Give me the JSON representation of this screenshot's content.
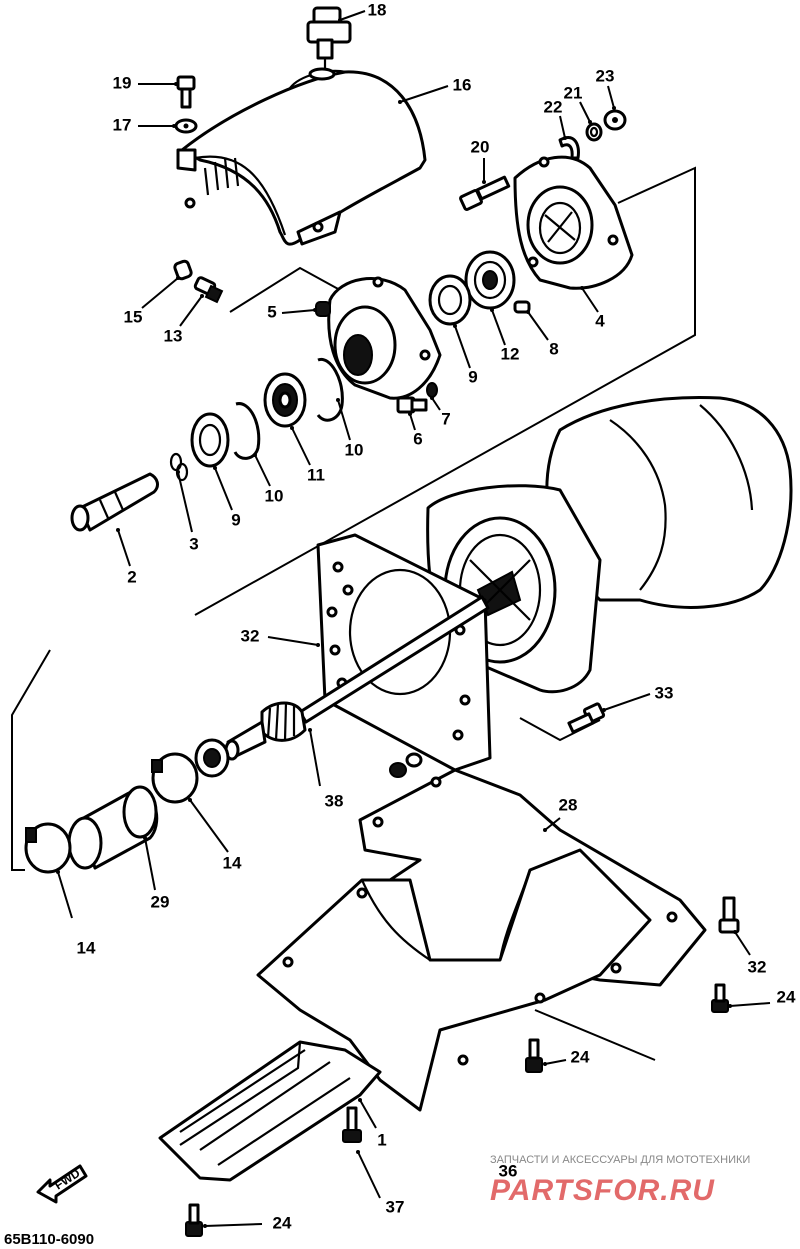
{
  "diagram": {
    "drawing_code": "65B110-6090",
    "watermark_caption": "ЗАПЧАСТИ И АКСЕССУАРЫ ДЛЯ МОТОТЕХНИКИ",
    "watermark_brand": "PARTSFOR.RU",
    "forward_arrow": "FWD",
    "callouts": [
      {
        "id": "c18",
        "text": "18"
      },
      {
        "id": "c16",
        "text": "16"
      },
      {
        "id": "c19",
        "text": "19"
      },
      {
        "id": "c17",
        "text": "17"
      },
      {
        "id": "c23",
        "text": "23"
      },
      {
        "id": "c21",
        "text": "21"
      },
      {
        "id": "c22",
        "text": "22"
      },
      {
        "id": "c20",
        "text": "20"
      },
      {
        "id": "c15",
        "text": "15"
      },
      {
        "id": "c13",
        "text": "13"
      },
      {
        "id": "c5",
        "text": "5"
      },
      {
        "id": "c4",
        "text": "4"
      },
      {
        "id": "c9a",
        "text": "9"
      },
      {
        "id": "c12",
        "text": "12"
      },
      {
        "id": "c8",
        "text": "8"
      },
      {
        "id": "c7",
        "text": "7"
      },
      {
        "id": "c6",
        "text": "6"
      },
      {
        "id": "c10a",
        "text": "10"
      },
      {
        "id": "c11",
        "text": "11"
      },
      {
        "id": "c10b",
        "text": "10"
      },
      {
        "id": "c9b",
        "text": "9"
      },
      {
        "id": "c3",
        "text": "3"
      },
      {
        "id": "c2",
        "text": "2"
      },
      {
        "id": "c32a",
        "text": "32"
      },
      {
        "id": "c33",
        "text": "33"
      },
      {
        "id": "c38",
        "text": "38"
      },
      {
        "id": "c28",
        "text": "28"
      },
      {
        "id": "c14a",
        "text": "14"
      },
      {
        "id": "c29",
        "text": "29"
      },
      {
        "id": "c14b",
        "text": "14"
      },
      {
        "id": "c32b",
        "text": "32"
      },
      {
        "id": "c24a",
        "text": "24"
      },
      {
        "id": "c24b",
        "text": "24"
      },
      {
        "id": "c1",
        "text": "1"
      },
      {
        "id": "c36",
        "text": "36"
      },
      {
        "id": "c37",
        "text": "37"
      },
      {
        "id": "c24c",
        "text": "24"
      }
    ]
  }
}
